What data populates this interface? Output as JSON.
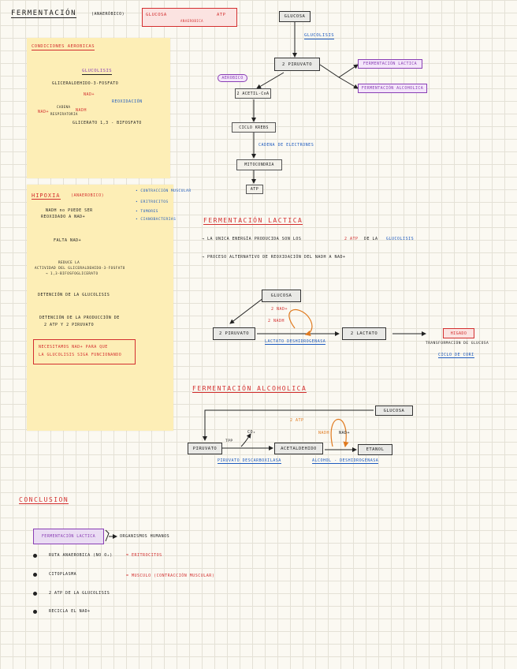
{
  "title": "FERMENTACIÓN",
  "title_note": "(ANAERÓBICO)",
  "header_box": {
    "left": "GLUCOSA",
    "right": "ATP",
    "under": "ANAEROBICA"
  },
  "aerobic_note": {
    "title": "CONDICIONES AEROBICAS",
    "glycolysis": "GLUCOLISIS",
    "g3p": "GLICERALDEHIDO-3-FOSFATO",
    "nad": "NAD+",
    "nadh": "NADH",
    "nad_left": "NAD+",
    "cadena": "CADENA",
    "reoxidation": "REOXIDACIÓN",
    "bpg": "GLICERATO 1,3 - BIFOSFATO",
    "respiratoria": "RESPIRATORIA"
  },
  "hypoxia_note": {
    "title": "HIPOXIA",
    "title_note": "(ANAEROBICO)",
    "side_items": [
      "• CONTRACCIÓN MUSCULAR",
      "• ERITROCITOS",
      "• TUMORES",
      "• CIANOBACTERIAS"
    ],
    "step1_a": "NADH no PUEDE SER",
    "step1_b": "REOXIDADO A NAD+",
    "step2": "FALTA NAD+",
    "step3_a": "REDUCE LA",
    "step3_b": "ACTIVIDAD DEL GLICERALDEHIDO-3-FOSFATO",
    "step3_c": "→ 1,3-BIFOSFOGLICERATO",
    "step4": "DETENCIÓN DE LA GLUCOLISIS",
    "step5_a": "DETENCIÓN DE LA PRODUCCIÓN DE",
    "step5_b": "2 ATP Y 2 PIRUVATO",
    "callout_a": "NECESITAMOS NAD+ PARA QUE",
    "callout_b": "LA GLUCOLISIS SIGA FUNCIONANDO"
  },
  "flow": {
    "glucosa": "GLUCOSA",
    "glucolisis": "GLUCOLISIS",
    "piruvato": "2 PIRUVATO",
    "ferm_lactica": "FERMENTACIÓN LACTICA",
    "ferm_alcoholica": "FERMENTACIÓN ALCOHOLICA",
    "aerobico": "AEROBICO",
    "acetil": "2 ACETIL-CoA",
    "krebs": "CICLO KREBS",
    "cadena": "CADENA DE ELECTRONES",
    "mitocondria": "MITOCONDRIA",
    "atp": "ATP"
  },
  "lactica": {
    "title": "FERMENTACIÓN LACTICA",
    "bullet1_a": "→ LA UNICA ENERGÍA PRODUCIDA SON LOS",
    "bullet1_atp": "2 ATP",
    "bullet1_b": "DE LA",
    "bullet1_c": "GLUCOLISIS",
    "bullet2": "→ PROCESO ALTERNATIVO DE REOXIDACIÓN DEL NADH A NAD+",
    "glucosa": "GLUCOSA",
    "nad": "2 NAD+",
    "nadh": "2 NADH",
    "piruvato": "2 PIRUVATO",
    "lactato": "2 LACTATO",
    "enzyme": "LACTATO DESHIDROGENASA",
    "higado": "HIGADO",
    "transform": "TRANSFORMACIÓN DE GLUCOSA",
    "cori": "CICLO DE CORI"
  },
  "alcoholica": {
    "title": "FERMENTACIÓN ALCOHOLICA",
    "glucosa": "GLUCOSA",
    "atp": "2 ATP",
    "piruvato": "PIRUVATO",
    "co2": "CO₂",
    "tpp": "TPP",
    "acetaldehido": "ACETALDEHIDO",
    "nadh": "NADH",
    "nad": "NAD+",
    "etanol": "ETANOL",
    "enzyme1": "PIRUVATO DESCARBOXILASA",
    "enzyme2": "ALCOHOL - DESHIDROGENASA"
  },
  "conclusion": {
    "title": "CONCLUSION",
    "box": "FERMENTACIÓN LACTICA",
    "box_result": "ORGANISMOS HUMANOS",
    "item1": "RUTA ANAEROBICA (NO O₂)",
    "item1_note": "= ERITROCITOS",
    "item2": "CITOPLASMA",
    "item2_note": "= MUSCULO (CONTRACCIÓN MUSCULAR)",
    "item3": "2 ATP DE LA GLUCOLISIS",
    "item4": "RECICLA EL NAD+"
  },
  "colors": {
    "red": "#d32f2f",
    "blue": "#1e5bbf",
    "orange": "#e07a1f",
    "purple": "#8a3fb5",
    "note": "#fdeeb6"
  }
}
